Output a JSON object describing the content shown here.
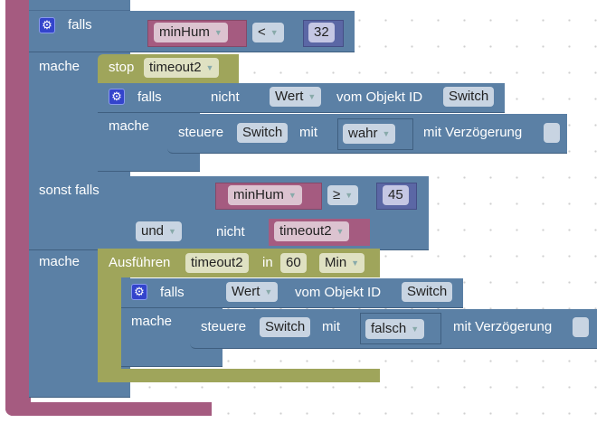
{
  "outer_if": {
    "if_label": "falls",
    "do_label": "mache",
    "elseif_label": "sonst falls",
    "cond1": {
      "var": "minHum",
      "op": "<",
      "value": "32"
    },
    "cond2": {
      "var": "minHum",
      "op": "≥",
      "value": "45",
      "logic": "und",
      "not_label": "nicht",
      "not_var": "timeout2"
    }
  },
  "stop_block": {
    "label": "stop",
    "timer": "timeout2"
  },
  "inner_if1": {
    "if_label": "falls",
    "do_label": "mache",
    "not_label": "nicht",
    "get_mode": "Wert",
    "of_object": "vom Objekt ID",
    "object_id": "Switch",
    "control": {
      "label": "steuere",
      "target": "Switch",
      "with": "mit",
      "value": "wahr",
      "delay_label": "mit Verzögerung"
    }
  },
  "timeout_block": {
    "label": "Ausführen",
    "timer": "timeout2",
    "in_label": "in",
    "value": "60",
    "unit": "Min"
  },
  "inner_if2": {
    "if_label": "falls",
    "do_label": "mache",
    "get_mode": "Wert",
    "of_object": "vom Objekt ID",
    "object_id": "Switch",
    "control": {
      "label": "steuere",
      "target": "Switch",
      "with": "mit",
      "value": "falsch",
      "delay_label": "mit Verzögerung"
    }
  },
  "colors": {
    "logic": "#5b80a5",
    "variable": "#a55b80",
    "timer": "#9fa55b",
    "math": "#5b67a5"
  }
}
